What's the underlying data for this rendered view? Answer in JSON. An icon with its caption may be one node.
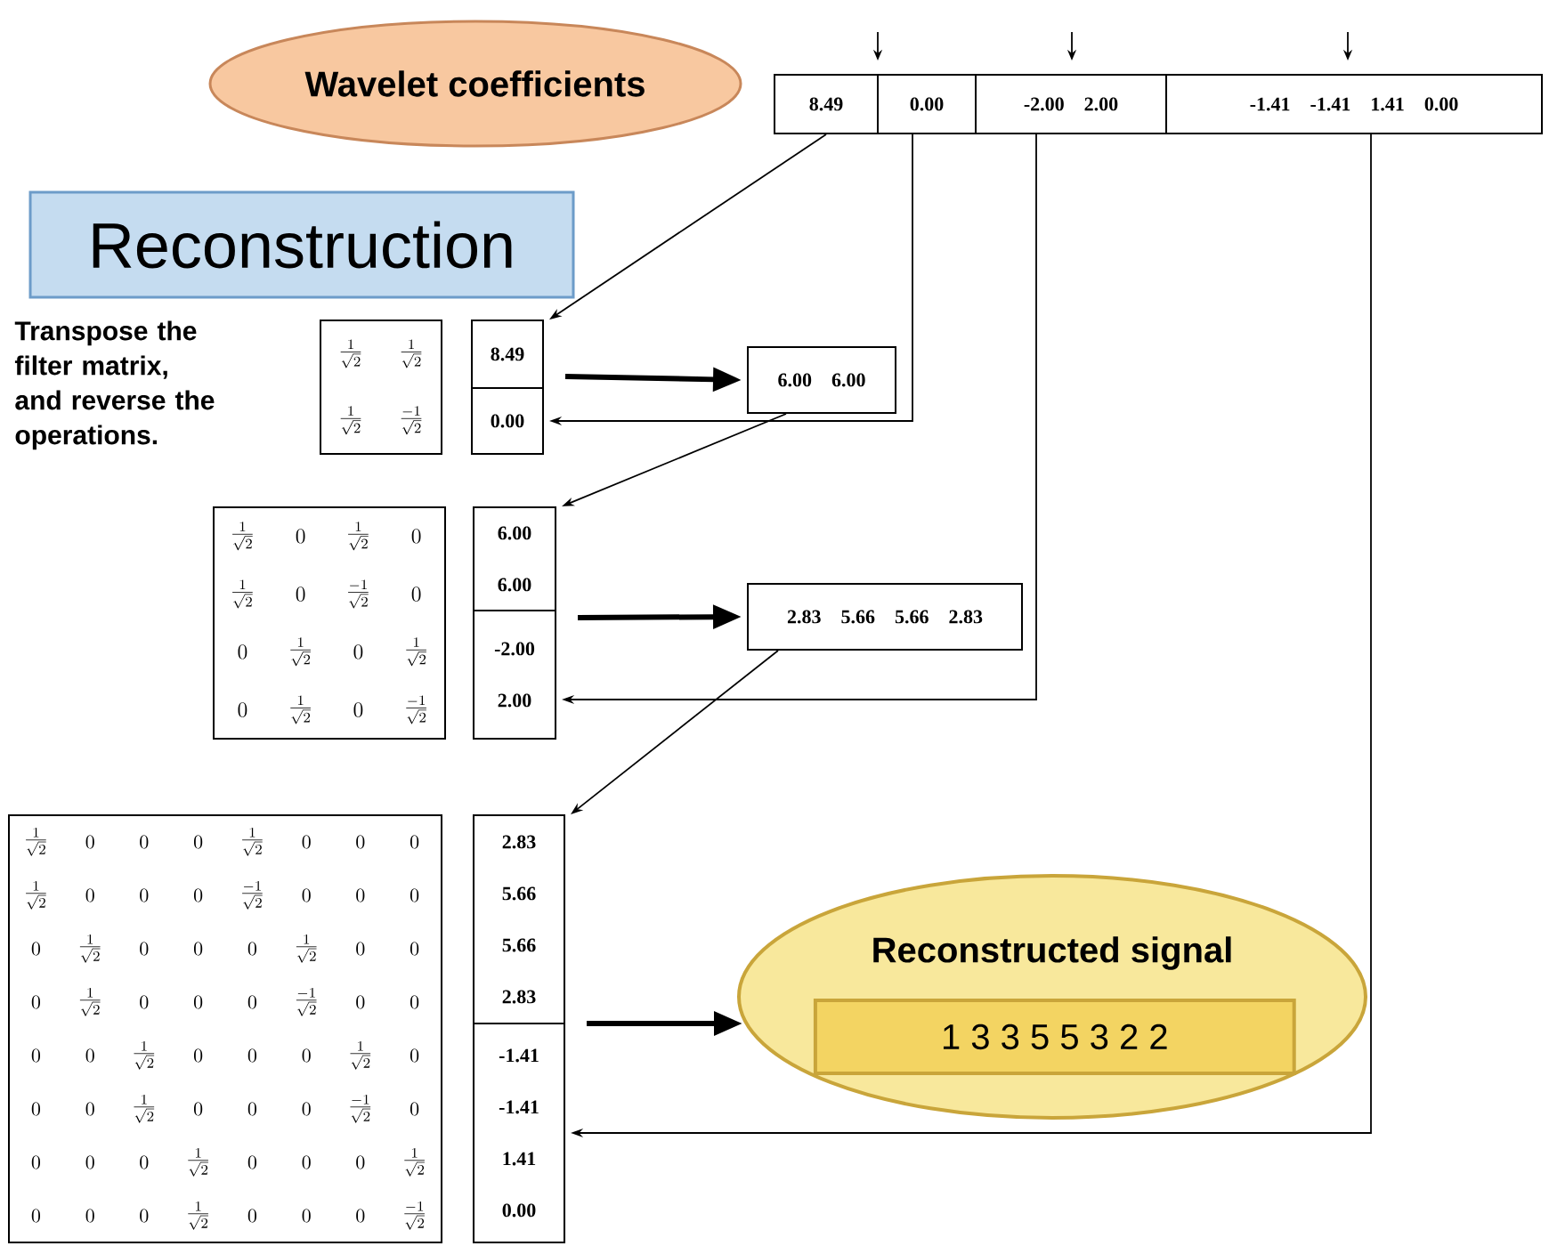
{
  "diagram": {
    "nodes": [
      {
        "text": [
          "Wavelet coefficients"
        ]
      },
      {
        "text": [
          "8.49"
        ]
      },
      {
        "text": [
          "0.00"
        ]
      },
      {
        "text": [
          "-2.00",
          "2.00"
        ]
      },
      {
        "text": [
          "-1.41",
          "-1.41",
          "1.41",
          "0.00"
        ]
      },
      {
        "text": [
          "Reconstruction"
        ]
      },
      {
        "text": [
          "\\frac{1}{\\sqrt{2}}",
          "\\frac{1}{\\sqrt{2}}",
          "\\frac{1}{\\sqrt{2}}",
          "\\frac{-1}{\\sqrt{2}}"
        ]
      },
      {
        "text": [],
        "shape": "box"
      },
      {
        "text": [
          "8.49"
        ],
        "in": 7
      },
      {
        "text": [
          "0.00"
        ],
        "in": 7
      },
      {
        "text": [
          "6.00",
          "6.00"
        ]
      },
      {
        "text": [
          "\\frac{1}{\\sqrt{2}}",
          "0",
          "\\frac{1}{\\sqrt{2}}",
          "0",
          "\\frac{1}{\\sqrt{2}}",
          "0",
          "\\frac{-1}{\\sqrt{2}}",
          "0",
          "0",
          "\\frac{1}{\\sqrt{2}}",
          "0",
          "\\frac{1}{\\sqrt{2}}",
          "0",
          "\\frac{1}{\\sqrt{2}}",
          "0",
          "\\frac{-1}{\\sqrt{2}}"
        ]
      },
      {
        "text": [],
        "shape": "box"
      },
      {
        "text": [
          "6.00",
          "6.00"
        ],
        "in": 12
      },
      {
        "text": [
          "-2.00",
          "2.00"
        ],
        "in": 12
      },
      {
        "text": [
          "2.83",
          "5.66",
          "5.66",
          "2.83"
        ]
      },
      {
        "text": [
          "\\frac{1}{\\sqrt{2}}",
          "0",
          "0",
          "0",
          "\\frac{1}{\\sqrt{2}}",
          "0",
          "0",
          "0",
          "\\frac{1}{\\sqrt{2}}",
          "0",
          "0",
          "0",
          "\\frac{-1}{\\sqrt{2}}",
          "0",
          "0",
          "0",
          "0",
          "\\frac{1}{\\sqrt{2}}",
          "0",
          "0",
          "0",
          "\\frac{1}{\\sqrt{2}}",
          "0",
          "0",
          "0",
          "\\frac{1}{\\sqrt{2}}",
          "0",
          "0",
          "0",
          "\\frac{-1}{\\sqrt{2}}",
          "0",
          "0",
          "0",
          "0",
          "\\frac{1}{\\sqrt{2}}",
          "0",
          "0",
          "0",
          "\\frac{1}{\\sqrt{2}}",
          "0",
          "0",
          "0",
          "\\frac{1}{\\sqrt{2}}",
          "0",
          "0",
          "0",
          "\\frac{-1}{\\sqrt{2}}",
          "0",
          "0",
          "0",
          "0",
          "\\frac{1}{\\sqrt{2}}",
          "0",
          "0",
          "0",
          "\\frac{1}{\\sqrt{2}}",
          "0",
          "0",
          "0",
          "\\frac{1}{\\sqrt{2}}",
          "0",
          "0",
          "0",
          "\\frac{-1}{\\sqrt{2}}"
        ]
      },
      {
        "text": [],
        "shape": "box"
      },
      {
        "text": [
          "2.83",
          "5.66",
          "5.66",
          "2.83"
        ],
        "in": 17
      },
      {
        "text": [
          "-1.41",
          "-1.41",
          "1.41",
          "0.00"
        ],
        "in": 17
      },
      {
        "text": [
          "Reconstructed signal"
        ]
      },
      {
        "text": [
          "1 3 3 5 5 3 2 2"
        ],
        "in": 20
      }
    ],
    "edges": [
      {
        "from": 1,
        "to": 8,
        "arrow": "to"
      },
      {
        "from": 2,
        "to": 9,
        "arrow": "to"
      },
      {
        "from": 7,
        "to": 10,
        "arrow": "to",
        "style": "thick"
      },
      {
        "from": 10,
        "to": 13,
        "arrow": "to"
      },
      {
        "from": 3,
        "to": 14,
        "arrow": "to"
      },
      {
        "from": 12,
        "to": 15,
        "arrow": "to",
        "style": "thick"
      },
      {
        "from": 15,
        "to": 18,
        "arrow": "to"
      },
      {
        "from": 4,
        "to": 19,
        "arrow": "to"
      },
      {
        "from": 17,
        "to": 20,
        "arrow": "to",
        "style": "thick"
      }
    ],
    "labels": [
      "Transpose the filter matrix, and reverse the operations."
    ]
  }
}
